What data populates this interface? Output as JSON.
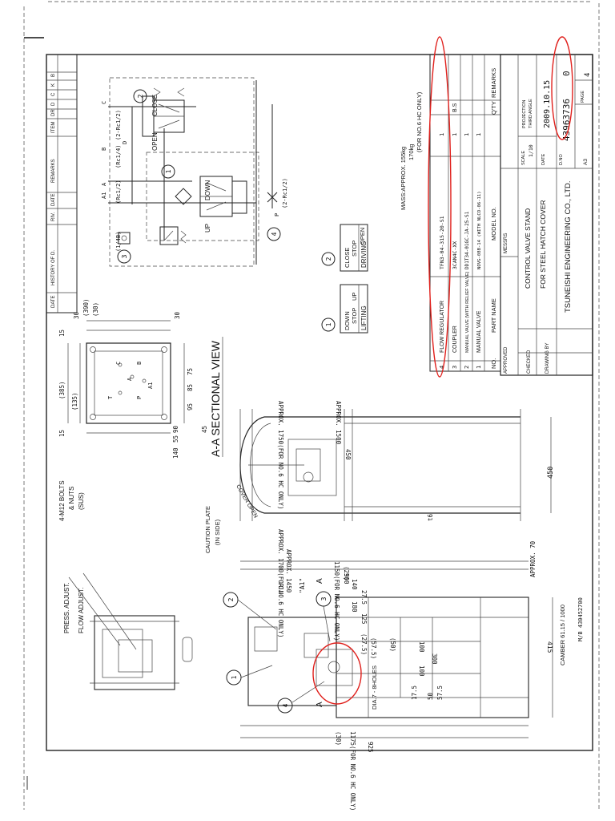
{
  "drawing": {
    "title_block": {
      "company": "TSUNEISHI ENGINEERING CO., LTD.",
      "title_line1": "CONTROL VALVE STAND",
      "title_line2": "FOR STEEL HATCH COVER",
      "messrs_label": "MESSRS",
      "approved_label": "APPROVED",
      "checked_label": "CHECKED",
      "drawn_by_label": "DRAWING BY",
      "scale_label": "SCALE",
      "scale_value": "1/10",
      "projection_label": "PROJECTION",
      "projection_value": "THIRD ANGLE",
      "date_label": "DATE",
      "date_value": "2009.10.15",
      "dwg_no_label": "D.NO",
      "dwg_no": "43963736",
      "dwg_rev": "0",
      "size": "A3",
      "page_label": "PAGE",
      "page_value": "4"
    },
    "revision_block": {
      "headers": [
        "DATE",
        "HISTORY OF D.",
        "RIV.",
        "DATE",
        "REMARKS",
        "ITEM",
        "DR",
        "D",
        "C",
        "K",
        "B"
      ]
    },
    "parts_list": {
      "headers": [
        "NO.",
        "PART NAME",
        "MODEL NO.",
        "Q'TY",
        "REMARKS"
      ],
      "rows": [
        {
          "no": "4",
          "name": "FLOW REGULATOR",
          "model": "TFN3-04-315-20-S1",
          "qty": "1",
          "remarks": ""
        },
        {
          "no": "3",
          "name": "COUPLER",
          "model": "3CAN4C-XX",
          "qty": "1",
          "remarks": "B.S"
        },
        {
          "no": "2",
          "name": "MANUAL VALVE (WITH RELIEF VALVE)",
          "model": "DD1T34-01GC-JA-25-S1",
          "qty": "1",
          "remarks": ""
        },
        {
          "no": "1",
          "name": "MANUAL VALVE",
          "model": "NOVG-08B-14 (WITH NLCO-06-11)",
          "qty": "1",
          "remarks": ""
        }
      ],
      "mass_line1": "MASS:APPROX. 155kg",
      "mass_line2": "170kg",
      "mass_line3": "(FOR NO.6 HC ONLY)"
    },
    "hydraulic": {
      "ports": [
        "(1/4B)",
        "(Rc1/2)",
        "(Rc1/4)",
        "(2-Rc1/2)",
        "(2-Rc1/2)"
      ],
      "port_letters": [
        "A1",
        "A",
        "B",
        "C",
        "D",
        "P"
      ],
      "labels": {
        "up": "UP",
        "down": "DOWN",
        "open": "OPEN",
        "close": "CLOSE"
      },
      "circles": [
        "1",
        "2",
        "3",
        "4"
      ]
    },
    "legend": [
      {
        "no": "1",
        "title": "LIFTING",
        "items": [
          "DOWN",
          "STOP",
          "UP"
        ]
      },
      {
        "no": "2",
        "title": "DRIVING",
        "items": [
          "CLOSE",
          "STOP",
          "OPEN"
        ]
      }
    ],
    "top_view": {
      "dims": [
        "15",
        "(385)",
        "(135)",
        "15",
        "30",
        "(390)",
        "(30)",
        "30",
        "45",
        "95",
        "85",
        "75",
        "140",
        "55",
        "90"
      ],
      "letters": [
        "C",
        "A",
        "B",
        "T",
        "P",
        "A1"
      ],
      "bolt_note_1": "4-M12 BOLTS",
      "bolt_note_2": "& NUTS",
      "bolt_note_3": "(SUS)"
    },
    "section": {
      "title": "A-A SECTIONAL VIEW",
      "dims": [
        "APPROX. 1750(FOR NO.6 HC ONLY)",
        "APPROX. 1500",
        "450",
        "450",
        "APPROX. 1700(FOR NO.6 HC ONLY)",
        "APPROX. 1450",
        "t6"
      ],
      "caution_1": "CAUTION PLATE",
      "caution_2": "(IN SIDE)",
      "cover_open": "COVER OPEN"
    },
    "front_view": {
      "dims": [
        "1150(FOR NO.6 HC ONLY)",
        "900",
        "(25)",
        "140",
        "180",
        "27.5",
        "125",
        "(27.5)",
        "(57.5)",
        "(50)",
        "100",
        "100",
        "300",
        "415",
        "57.5",
        "50",
        "17.5",
        "(30)",
        "1175(FOR NO.6 HC ONLY)",
        "925",
        "APPROX. 70"
      ],
      "notes": [
        "\"D\"",
        "\"A1\"",
        "A",
        "A",
        "DIA.7 - 8HOLES",
        "CAMBER 61.15 / 1000"
      ],
      "circles": [
        "1",
        "2",
        "3",
        "4"
      ],
      "mb_no": "M/B 430452700"
    },
    "side_view": {
      "press_adjust": "PRESS. ADJUST.",
      "flow_adjust": "FLOW ADJUST."
    },
    "annotation_color": "#e0201c"
  }
}
